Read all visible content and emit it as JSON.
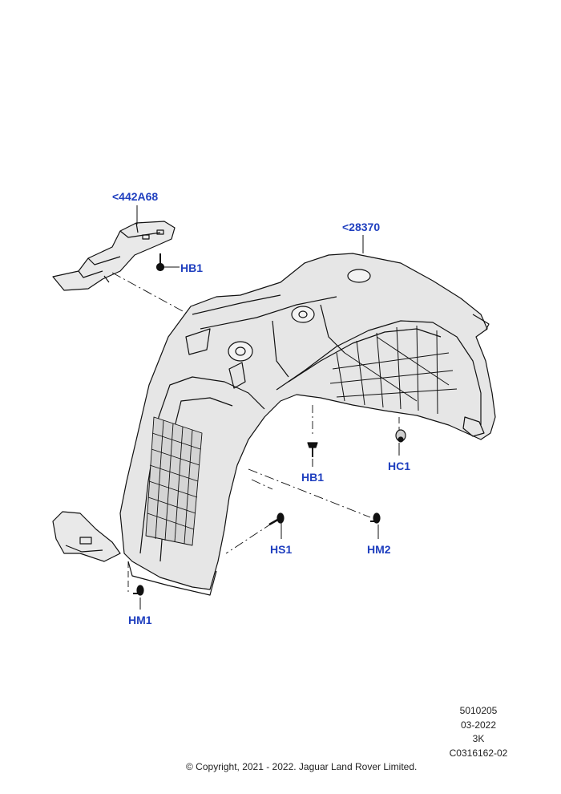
{
  "callouts": {
    "bracket": "<442A68",
    "liner": "<28370",
    "hb1_top": "HB1",
    "hb1_lower": "HB1",
    "hc1": "HC1",
    "hs1": "HS1",
    "hm2": "HM2",
    "hm1": "HM1"
  },
  "info": {
    "code": "5010205",
    "date": "03-2022",
    "rev": "3K",
    "ref": "C0316162-02"
  },
  "copyright": "© Copyright, 2021 - 2022. Jaguar Land Rover Limited.",
  "colors": {
    "callout": "#1f3fbf",
    "line": "#111111",
    "part_fill": "#e6e6e6"
  }
}
